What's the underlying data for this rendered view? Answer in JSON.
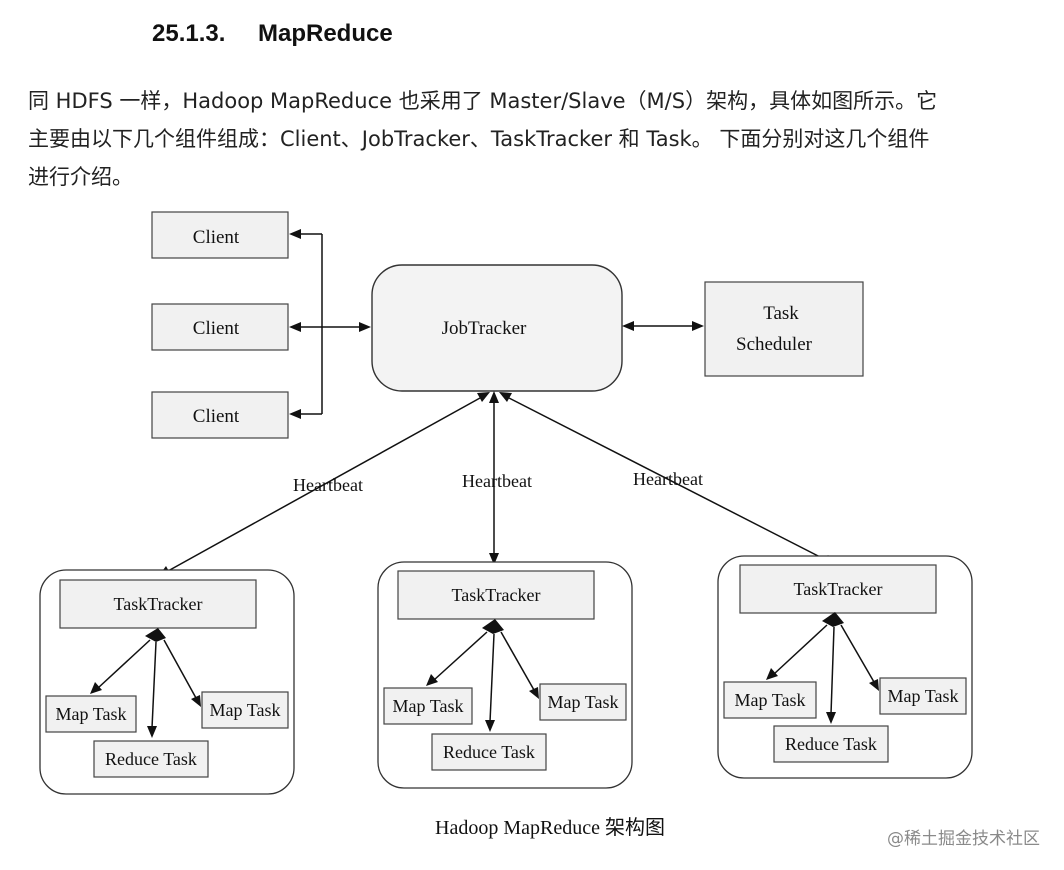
{
  "section": {
    "number": "25.1.3.",
    "title": "MapReduce"
  },
  "intro": {
    "line1": "同 HDFS 一样，Hadoop MapReduce 也采用了 Master/Slave（M/S）架构，具体如图所示。它",
    "line2": "主要由以下几个组件组成：Client、JobTracker、TaskTracker 和 Task。 下面分别对这几个组件",
    "line3": "进行介绍。"
  },
  "diagram": {
    "clients": [
      "Client",
      "Client",
      "Client"
    ],
    "jobtracker": "JobTracker",
    "scheduler": {
      "line1": "Task",
      "line2": "Scheduler"
    },
    "heartbeats": [
      "Heartbeat",
      "Heartbeat",
      "Heartbeat"
    ],
    "groups": [
      {
        "tasktracker": "TaskTracker",
        "map_left": "Map Task",
        "map_right": "Map Task",
        "reduce": "Reduce Task"
      },
      {
        "tasktracker": "TaskTracker",
        "map_left": "Map Task",
        "map_right": "Map Task",
        "reduce": "Reduce Task"
      },
      {
        "tasktracker": "TaskTracker",
        "map_left": "Map Task",
        "map_right": "Map Task",
        "reduce": "Reduce Task"
      }
    ],
    "caption": "Hadoop MapReduce 架构图"
  },
  "watermark": "@稀土掘金技术社区"
}
